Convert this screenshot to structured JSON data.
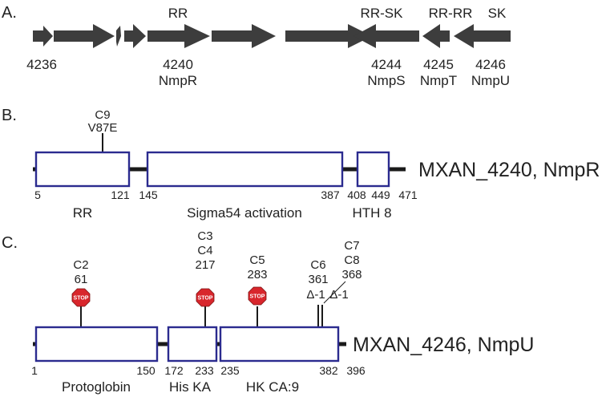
{
  "panel_a": {
    "label": "A.",
    "type_labels": [
      "RR",
      "RR-SK",
      "RR-RR",
      "SK"
    ],
    "gene_labels": [
      "4236",
      "4240",
      "NmpR",
      "4244",
      "NmpS",
      "4245",
      "NmpT",
      "4246",
      "NmpU"
    ]
  },
  "panel_b": {
    "label": "B.",
    "protein": "MXAN_4240, NmpR",
    "positions": [
      "5",
      "121",
      "145",
      "387",
      "408",
      "449",
      "471"
    ],
    "domains": [
      "RR",
      "Sigma54 activation",
      "HTH 8"
    ],
    "mutation": [
      "C9",
      "V87E"
    ]
  },
  "panel_c": {
    "label": "C.",
    "protein": "MXAN_4246, NmpU",
    "positions": [
      "1",
      "150",
      "172",
      "233",
      "235",
      "382",
      "396"
    ],
    "domains": [
      "Protoglobin",
      "His KA",
      "HK CA:9"
    ],
    "mutations": [
      {
        "lines": [
          "C2",
          "61"
        ]
      },
      {
        "lines": [
          "C3",
          "C4",
          "217"
        ]
      },
      {
        "lines": [
          "C5",
          "283"
        ]
      },
      {
        "lines": [
          "C6",
          "361",
          "Δ-1"
        ]
      },
      {
        "lines": [
          "C7",
          "C8",
          "368",
          "Δ-1"
        ]
      }
    ],
    "stop_sign_text": "STOP"
  }
}
